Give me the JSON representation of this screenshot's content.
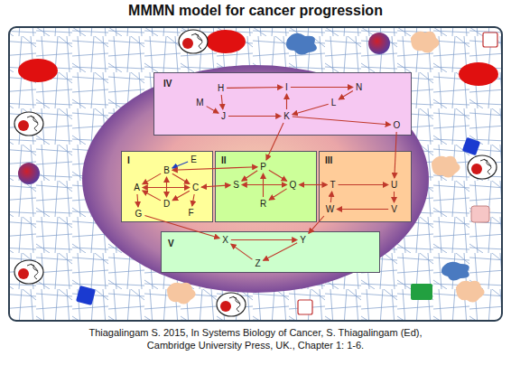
{
  "diagram": {
    "title": "MMMN model for cancer progression",
    "caption": "Thiagalingam  S. 2015, In Systems Biology of Cancer, S. Thiagalingam (Ed), Cambridge University Press, UK., Chapter 1: 1-6.",
    "nodes": [
      {
        "text": [
          "IV"
        ]
      },
      {
        "text": [
          "H"
        ],
        "in": 0
      },
      {
        "text": [
          "I"
        ],
        "in": 0
      },
      {
        "text": [
          "N"
        ],
        "in": 0
      },
      {
        "text": [
          "M"
        ],
        "in": 0
      },
      {
        "text": [
          "L"
        ],
        "in": 0
      },
      {
        "text": [
          "J"
        ],
        "in": 0
      },
      {
        "text": [
          "K"
        ],
        "in": 0
      },
      {
        "text": [
          "O"
        ],
        "in": 0
      },
      {
        "text": [
          "I"
        ]
      },
      {
        "text": [
          "B"
        ],
        "in": 9
      },
      {
        "text": [
          "E"
        ],
        "in": 9
      },
      {
        "text": [
          "A"
        ],
        "in": 9
      },
      {
        "text": [
          "C"
        ],
        "in": 9
      },
      {
        "text": [
          "D"
        ],
        "in": 9
      },
      {
        "text": [
          "G"
        ],
        "in": 9
      },
      {
        "text": [
          "F"
        ],
        "in": 9
      },
      {
        "text": [
          "II"
        ]
      },
      {
        "text": [
          "P"
        ],
        "in": 17
      },
      {
        "text": [
          "S"
        ],
        "in": 17
      },
      {
        "text": [
          "Q"
        ],
        "in": 17
      },
      {
        "text": [
          "R"
        ],
        "in": 17
      },
      {
        "text": [
          "III"
        ]
      },
      {
        "text": [
          "T"
        ],
        "in": 22
      },
      {
        "text": [
          "U"
        ],
        "in": 22
      },
      {
        "text": [
          "W"
        ],
        "in": 22
      },
      {
        "text": [
          "V"
        ],
        "in": 22
      },
      {
        "text": [
          "V"
        ]
      },
      {
        "text": [
          "X"
        ],
        "in": 27
      },
      {
        "text": [
          "Y"
        ],
        "in": 27
      },
      {
        "text": [
          "Z"
        ],
        "in": 27
      }
    ],
    "edges": [
      {
        "from": 1,
        "to": 2,
        "arrow": "to"
      },
      {
        "from": 2,
        "to": 3,
        "arrow": "to"
      },
      {
        "from": 3,
        "to": 5,
        "arrow": "to"
      },
      {
        "from": 5,
        "to": 7,
        "arrow": "to"
      },
      {
        "from": 7,
        "to": 2,
        "arrow": "to"
      },
      {
        "from": 6,
        "to": 7,
        "arrow": "to"
      },
      {
        "from": 1,
        "to": 6,
        "arrow": "to"
      },
      {
        "from": 4,
        "to": 6,
        "arrow": "to"
      },
      {
        "from": 7,
        "to": 8,
        "arrow": "to"
      },
      {
        "from": 11,
        "to": 10,
        "arrow": "to"
      },
      {
        "from": 10,
        "to": 12,
        "arrow": "to"
      },
      {
        "from": 10,
        "to": 13,
        "arrow": "to"
      },
      {
        "from": 10,
        "to": 14,
        "arrow": "both"
      },
      {
        "from": 12,
        "to": 13,
        "arrow": "both"
      },
      {
        "from": 14,
        "to": 12,
        "arrow": "to"
      },
      {
        "from": 13,
        "to": 14,
        "arrow": "to"
      },
      {
        "from": 12,
        "to": 15,
        "arrow": "to"
      },
      {
        "from": 13,
        "to": 16,
        "arrow": "to"
      },
      {
        "from": 18,
        "to": 19,
        "arrow": "to"
      },
      {
        "from": 18,
        "to": 20,
        "arrow": "to"
      },
      {
        "from": 19,
        "to": 20,
        "arrow": "both"
      },
      {
        "from": 21,
        "to": 18,
        "arrow": "to"
      },
      {
        "from": 20,
        "to": 21,
        "arrow": "to"
      },
      {
        "from": 23,
        "to": 24,
        "arrow": "to"
      },
      {
        "from": 24,
        "to": 26,
        "arrow": "to"
      },
      {
        "from": 26,
        "to": 25,
        "arrow": "to"
      },
      {
        "from": 25,
        "to": 23,
        "arrow": "to"
      },
      {
        "from": 28,
        "to": 29,
        "arrow": "to"
      },
      {
        "from": 29,
        "to": 30,
        "arrow": "to"
      },
      {
        "from": 30,
        "to": 28,
        "arrow": "to"
      },
      {
        "from": 7,
        "to": 18,
        "arrow": "to"
      },
      {
        "from": 8,
        "to": 24,
        "arrow": "to"
      },
      {
        "from": 10,
        "to": 18,
        "arrow": "both"
      },
      {
        "from": 13,
        "to": 19,
        "arrow": "both"
      },
      {
        "from": 20,
        "to": 23,
        "arrow": "both"
      },
      {
        "from": 15,
        "to": 28,
        "arrow": "to"
      },
      {
        "from": 25,
        "to": 29,
        "arrow": "to"
      }
    ]
  }
}
